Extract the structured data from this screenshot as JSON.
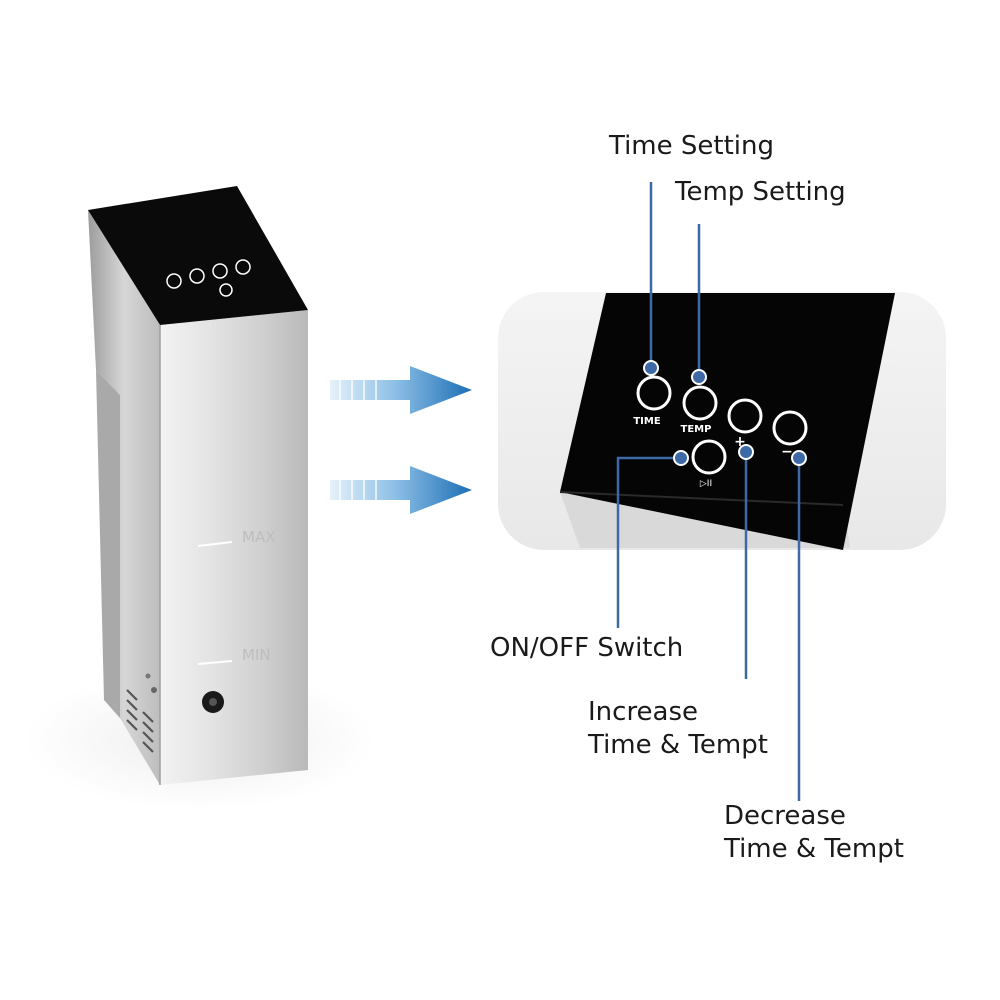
{
  "device": {
    "scale_labels": {
      "max": "MAX",
      "min": "MIN"
    },
    "buttons": {
      "time": "TIME",
      "temp": "TEMP",
      "plus": "+",
      "minus": "−",
      "play_pause": "▷II"
    }
  },
  "callouts": {
    "time_setting": "Time Setting",
    "temp_setting": "Temp Setting",
    "on_off": "ON/OFF Switch",
    "increase": [
      "Increase",
      "Time & Tempt"
    ],
    "decrease": [
      "Decrease",
      "Time & Tempt"
    ]
  },
  "colors": {
    "leader_line": "#3d6aa6",
    "arrow_start": "#cfe3f5",
    "arrow_end": "#1c6fb6",
    "panel_black": "#050505",
    "steel": "#c9c9c9"
  }
}
